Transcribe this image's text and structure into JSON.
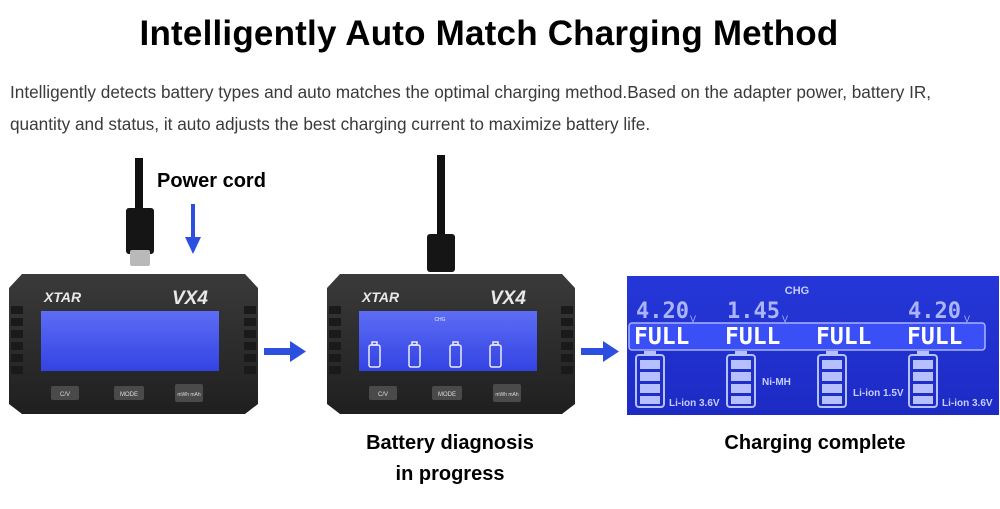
{
  "heading": "Intelligently Auto Match Charging Method",
  "description": "Intelligently detects battery types and auto matches the optimal charging method.Based on the adapter power, battery IR, quantity and status, it auto adjusts the best charging current to maximize battery life.",
  "labels": {
    "power_cord": "Power cord",
    "diagnosis_line1": "Battery diagnosis",
    "diagnosis_line2": "in progress",
    "complete": "Charging complete"
  },
  "charger": {
    "brand": "XTAR",
    "model": "VX4",
    "buttons": [
      "C/V",
      "MODE",
      "mWh mAh"
    ],
    "chg_label": "CHG"
  },
  "display": {
    "chg_label": "CHG",
    "slots": [
      {
        "voltage": "4.20",
        "unit": "V",
        "status": "FULL",
        "type": "Li-ion 3.6V"
      },
      {
        "voltage": "1.45",
        "unit": "V",
        "status": "FULL",
        "type": "Ni-MH"
      },
      {
        "voltage": "",
        "unit": "",
        "status": "FULL",
        "type": "Li-ion 1.5V"
      },
      {
        "voltage": "4.20",
        "unit": "V",
        "status": "FULL",
        "type": "Li-ion 3.6V"
      }
    ]
  },
  "colors": {
    "arrow": "#2d4fe0",
    "lcd_blue": "#3d4fe8",
    "panel_blue": "#2233d6",
    "charger_body": "#2b2b2b"
  }
}
